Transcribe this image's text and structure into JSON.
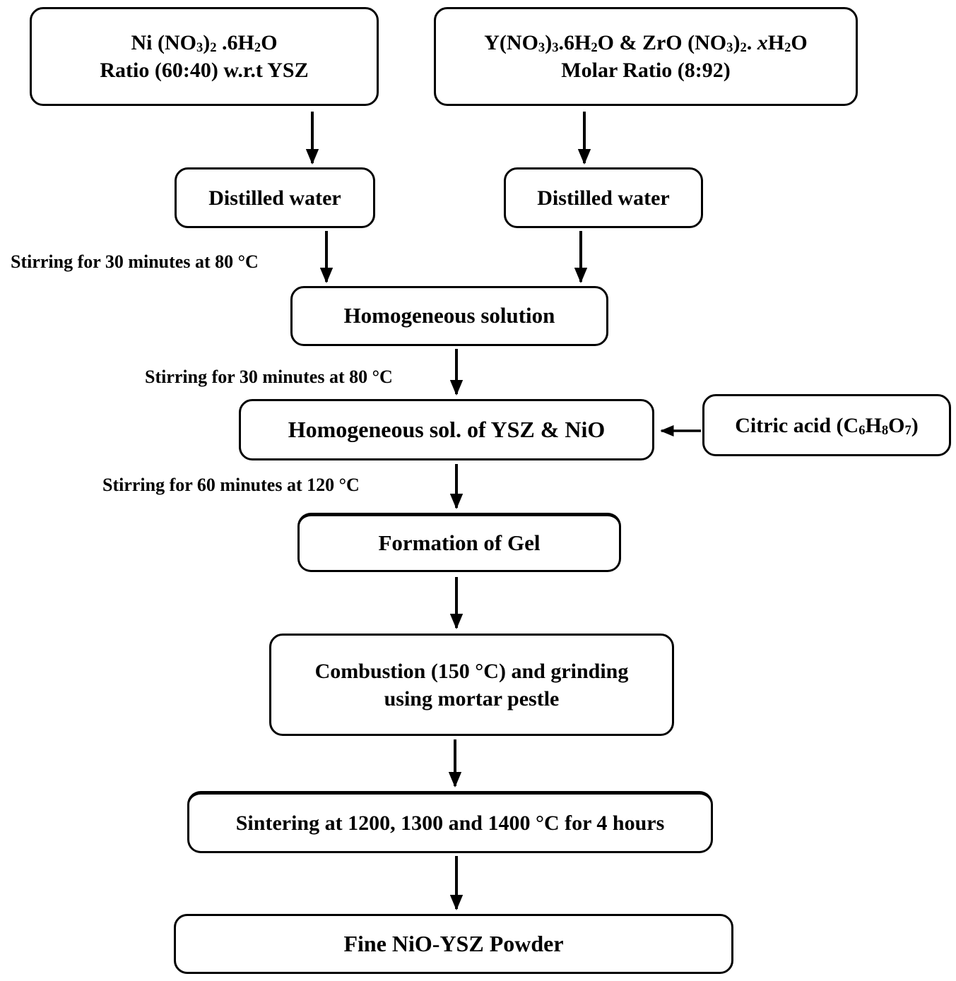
{
  "colors": {
    "background": "#ffffff",
    "border": "#000000",
    "text": "#000000",
    "arrow": "#000000"
  },
  "flowchart": {
    "boxes": {
      "ni_nitrate": {
        "line1": [
          {
            "t": "Ni (NO"
          },
          {
            "sub": "3"
          },
          {
            "t": ")"
          },
          {
            "sub": "2"
          },
          {
            "t": " .6H"
          },
          {
            "sub": "2"
          },
          {
            "t": "O"
          }
        ],
        "line2": "Ratio (60:40) w.r.t YSZ"
      },
      "y_zr_nitrate": {
        "line1": [
          {
            "t": "Y(NO"
          },
          {
            "sub": "3"
          },
          {
            "t": ")"
          },
          {
            "sub": "3"
          },
          {
            "t": ".6H"
          },
          {
            "sub": "2"
          },
          {
            "t": "O & ZrO (NO"
          },
          {
            "sub": "3"
          },
          {
            "t": ")"
          },
          {
            "sub": "2"
          },
          {
            "t": ". "
          },
          {
            "i": "x"
          },
          {
            "t": "H"
          },
          {
            "sub": "2"
          },
          {
            "t": "O"
          }
        ],
        "line2": "Molar Ratio (8:92)"
      },
      "distilled_water_left": {
        "text": "Distilled water"
      },
      "distilled_water_right": {
        "text": "Distilled water"
      },
      "homogeneous_solution": {
        "text": "Homogeneous solution"
      },
      "homogeneous_ysz_nio": {
        "text": "Homogeneous sol. of YSZ & NiO"
      },
      "citric_acid": {
        "line1": [
          {
            "t": "Citric acid (C"
          },
          {
            "sub": "6"
          },
          {
            "t": "H"
          },
          {
            "sub": "8"
          },
          {
            "t": "O"
          },
          {
            "sub": "7"
          },
          {
            "t": ")"
          }
        ]
      },
      "formation_of_gel": {
        "text": "Formation of Gel"
      },
      "combustion": {
        "line1": "Combustion (150 °C) and grinding",
        "line2": "using mortar pestle"
      },
      "sintering": {
        "text": "Sintering at 1200, 1300 and 1400 °C for 4 hours"
      },
      "fine_powder": {
        "text": "Fine NiO-YSZ Powder"
      }
    },
    "labels": {
      "stirring_1": "Stirring for 30 minutes at 80 °C",
      "stirring_2": "Stirring for 30 minutes at 80 °C",
      "stirring_3": "Stirring for 60 minutes at 120 °C"
    }
  }
}
